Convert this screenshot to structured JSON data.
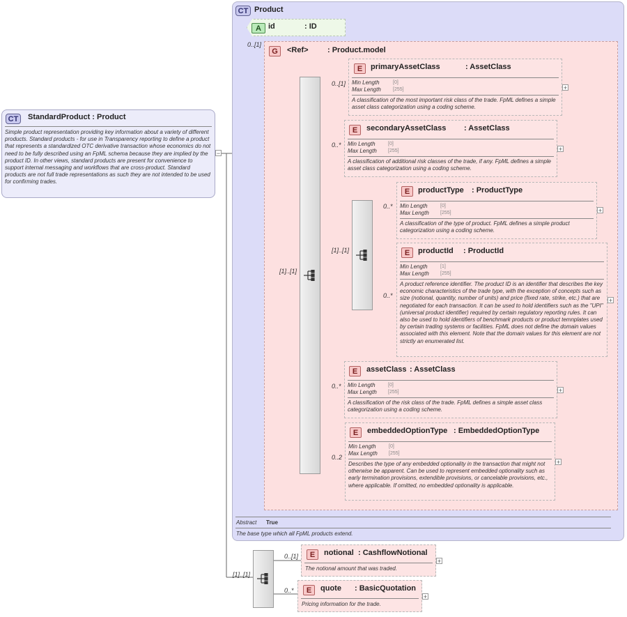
{
  "standard_product": {
    "badge": "CT",
    "title": "StandardProduct : Product",
    "description": "Simple product representation providing key information about a variety of different products. Standard products - for use in Transparency reporting to define a product that represents a standardized OTC derivative transaction whose economics do not need to be fully described using an FpML schema because they are implied by the product ID. In other views, standard products are present for convenience to support internal messaging and workflows that are cross-product. Standard products are not full trade representations as such they are not intended to be used for confirming trades."
  },
  "product": {
    "badge": "CT",
    "title": "Product",
    "abstract_label": "Abstract",
    "abstract_value": "True",
    "description": "The base type which all FpML products extend."
  },
  "attribute": {
    "badge": "A",
    "name": "id",
    "type": ": ID"
  },
  "group": {
    "badge": "G",
    "ref": "<Ref>",
    "type": ": Product.model",
    "cardinality": "0..[1]"
  },
  "main_sequence": {
    "cardinality": "[1]..[1]"
  },
  "inner_choice": {
    "cardinality": "[1]..[1]"
  },
  "bottom_sequence": {
    "cardinality": "[1]..[1]"
  },
  "labels": {
    "min_length": "Min Length",
    "max_length": "Max Length",
    "element_badge": "E"
  },
  "elements": {
    "primaryAssetClass": {
      "name": "primaryAssetClass",
      "type": ": AssetClass",
      "cardinality": "0..[1]",
      "min_length": "[0]",
      "max_length": "[255]",
      "description": "A classification of the most important risk class of the trade. FpML defines a simple asset class categorization using a coding scheme."
    },
    "secondaryAssetClass": {
      "name": "secondaryAssetClass",
      "type": ": AssetClass",
      "cardinality": "0..*",
      "min_length": "[0]",
      "max_length": "[255]",
      "description": "A classification of additional risk classes of the trade, if any. FpML defines a simple asset class categorization using a coding scheme."
    },
    "productType": {
      "name": "productType",
      "type": ": ProductType",
      "cardinality": "0..*",
      "min_length": "[0]",
      "max_length": "[255]",
      "description": "A classification of the type of product. FpML defines a simple product categorization using a coding scheme."
    },
    "productId": {
      "name": "productId",
      "type": ": ProductId",
      "cardinality": "0..*",
      "min_length": "[1]",
      "max_length": "[255]",
      "description": "A product reference identifier. The product ID is an identifier that describes the key economic characteristics of the trade type, with the exception of concepts such as size (notional, quantity, number of units) and price (fixed rate, strike, etc.) that are negotiated for each transaction. It can be used to hold identifiers such as the \"UPI\" (universal product identifier) required by certain regulatory reporting rules. It can also be used to hold identifiers of benchmark products or product temnplates used by certain trading systems or facilities. FpML does not define the domain values associated with this element. Note that the domain values for this element are not strictly an enumerated list."
    },
    "assetClass": {
      "name": "assetClass",
      "type": ": AssetClass",
      "cardinality": "0..*",
      "min_length": "[0]",
      "max_length": "[255]",
      "description": "A classification of the risk class of the trade. FpML defines a simple asset class categorization using a coding scheme."
    },
    "embeddedOptionType": {
      "name": "embeddedOptionType",
      "type": ": EmbeddedOptionType",
      "cardinality": "0..2",
      "min_length": "[0]",
      "max_length": "[255]",
      "description": "Describes the type of any embedded optionality in the transaction that might not otherwise be apparent. Can be used to represent embedded optionality such as early termination provisions, extendible provisions, or cancelable provisions, etc., where applicable. If omitted, no embedded optionality is applicable."
    },
    "notional": {
      "name": "notional",
      "type": ": CashflowNotional",
      "cardinality": "0..[1]",
      "description": "The notional amount that was traded."
    },
    "quote": {
      "name": "quote",
      "type": ": BasicQuotation",
      "cardinality": "0..*",
      "description": "Pricing information for the trade."
    }
  },
  "icons": [
    "sequence-icon",
    "choice-icon",
    "expand-icon",
    "collapse-icon"
  ],
  "colors": {
    "complex_type_bg": "#dcdcf8",
    "group_bg": "#fde0e0",
    "element_bg": "#fde4e4",
    "attribute_bg": "#eef8e8"
  }
}
